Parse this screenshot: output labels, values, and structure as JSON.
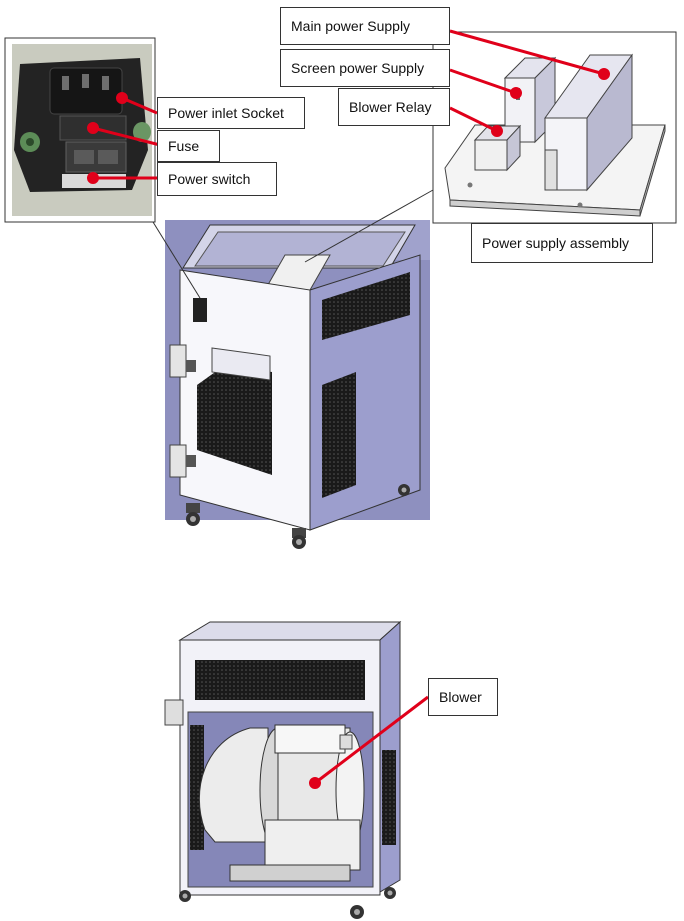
{
  "top_labels": {
    "main_power_supply": "Main power Supply",
    "screen_power_supply": "Screen power Supply",
    "blower_relay": "Blower Relay",
    "power_supply_assembly": "Power supply assembly"
  },
  "inlet_labels": {
    "power_inlet_socket": "Power inlet Socket",
    "fuse": "Fuse",
    "power_switch": "Power switch"
  },
  "bottom_labels": {
    "blower": "Blower"
  },
  "colors": {
    "callout_line": "#e0001a",
    "cabinet_face": "#f7f7fb",
    "cabinet_side": "#9ea0cc",
    "cabinet_top": "#d7d8ea"
  }
}
